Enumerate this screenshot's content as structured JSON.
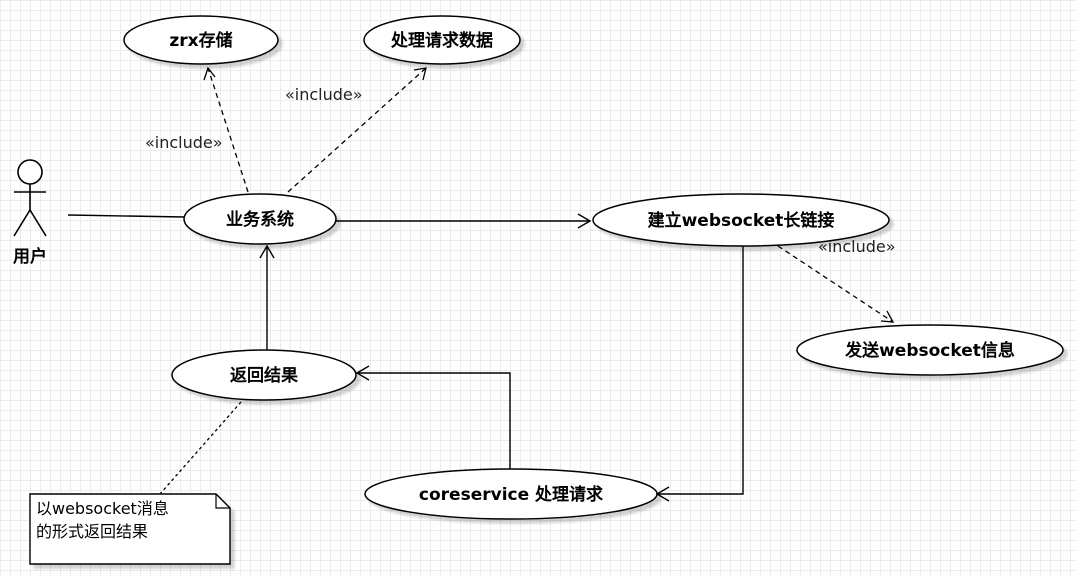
{
  "actor": {
    "label": "用户"
  },
  "usecases": {
    "zrx_storage": "zrx存储",
    "process_request_data": "处理请求数据",
    "business_system": "业务系统",
    "websocket_long_link": "建立websocket长链接",
    "send_websocket_info": "发送websocket信息",
    "return_result": "返回结果",
    "coreservice": "coreservice 处理请求"
  },
  "stereotypes": {
    "include_zrx": "«include»",
    "include_data": "«include»",
    "include_send": "«include»"
  },
  "note": {
    "line1": "以websocket消息",
    "line2": "的形式返回结果"
  }
}
